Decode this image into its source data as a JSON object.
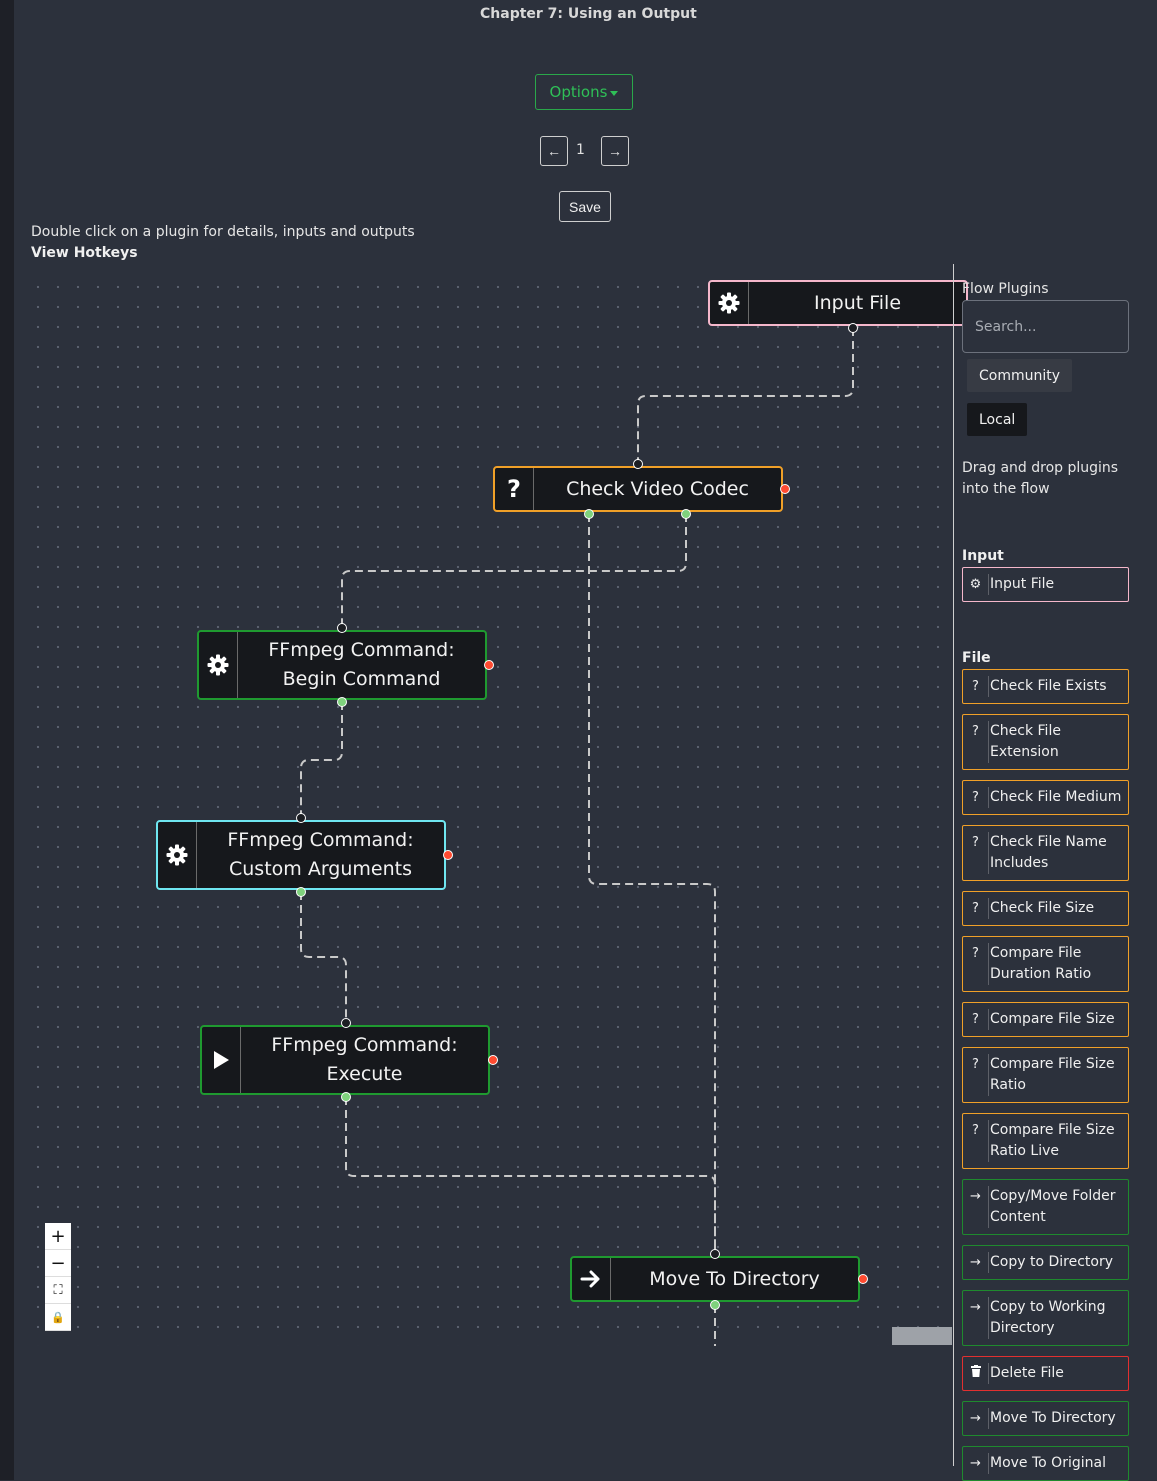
{
  "header": {
    "title": "Chapter 7: Using an Output",
    "options_label": "Options",
    "prev_label": "←",
    "page_number": "1",
    "next_label": "→",
    "save_label": "Save",
    "hint": "Double click on a plugin for details, inputs and outputs",
    "hotkeys_label": "View Hotkeys"
  },
  "flow": {
    "nodes": [
      {
        "id": "input-file",
        "label": "Input File",
        "icon": "gear-icon",
        "color": "#f5b7cb"
      },
      {
        "id": "check-video-codec",
        "label": "Check Video Codec",
        "icon": "question-icon",
        "color": "#f0a028"
      },
      {
        "id": "ffmpeg-begin",
        "label": "FFmpeg Command: Begin Command",
        "icon": "gear-icon",
        "color": "#1f9a30"
      },
      {
        "id": "ffmpeg-custom",
        "label": "FFmpeg Command: Custom Arguments",
        "icon": "gear-icon",
        "color": "#6fe6f0"
      },
      {
        "id": "ffmpeg-execute",
        "label": "FFmpeg Command: Execute",
        "icon": "play-icon",
        "color": "#1f9a30"
      },
      {
        "id": "move-to-directory",
        "label": "Move To Directory",
        "icon": "arrow-right-icon",
        "color": "#1f9a30"
      }
    ],
    "zoom_controls": {
      "zoom_in": "+",
      "zoom_out": "−",
      "fit": "⛶",
      "lock": "🔒"
    }
  },
  "sidebar": {
    "title": "Flow Plugins",
    "search_placeholder": "Search...",
    "tabs": {
      "community": "Community",
      "local": "Local"
    },
    "drag_hint": "Drag and drop plugins into the flow",
    "sections": {
      "input": {
        "label": "Input",
        "items": [
          {
            "label": "Input File",
            "icon": "gear-icon"
          }
        ]
      },
      "file": {
        "label": "File",
        "items": [
          {
            "label": "Check File Exists",
            "icon": "question-icon"
          },
          {
            "label": "Check File Extension",
            "icon": "question-icon"
          },
          {
            "label": "Check File Medium",
            "icon": "question-icon"
          },
          {
            "label": "Check File Name Includes",
            "icon": "question-icon"
          },
          {
            "label": "Check File Size",
            "icon": "question-icon"
          },
          {
            "label": "Compare File Duration Ratio",
            "icon": "question-icon"
          },
          {
            "label": "Compare File Size",
            "icon": "question-icon"
          },
          {
            "label": "Compare File Size Ratio",
            "icon": "question-icon"
          },
          {
            "label": "Compare File Size Ratio Live",
            "icon": "question-icon"
          },
          {
            "label": "Copy/Move Folder Content",
            "icon": "arrow-right-icon"
          },
          {
            "label": "Copy to Directory",
            "icon": "arrow-right-icon"
          },
          {
            "label": "Copy to Working Directory",
            "icon": "arrow-right-icon"
          },
          {
            "label": "Delete File",
            "icon": "trash-icon"
          },
          {
            "label": "Move To Directory",
            "icon": "arrow-right-icon"
          },
          {
            "label": "Move To Original",
            "icon": "arrow-right-icon"
          }
        ]
      }
    }
  }
}
